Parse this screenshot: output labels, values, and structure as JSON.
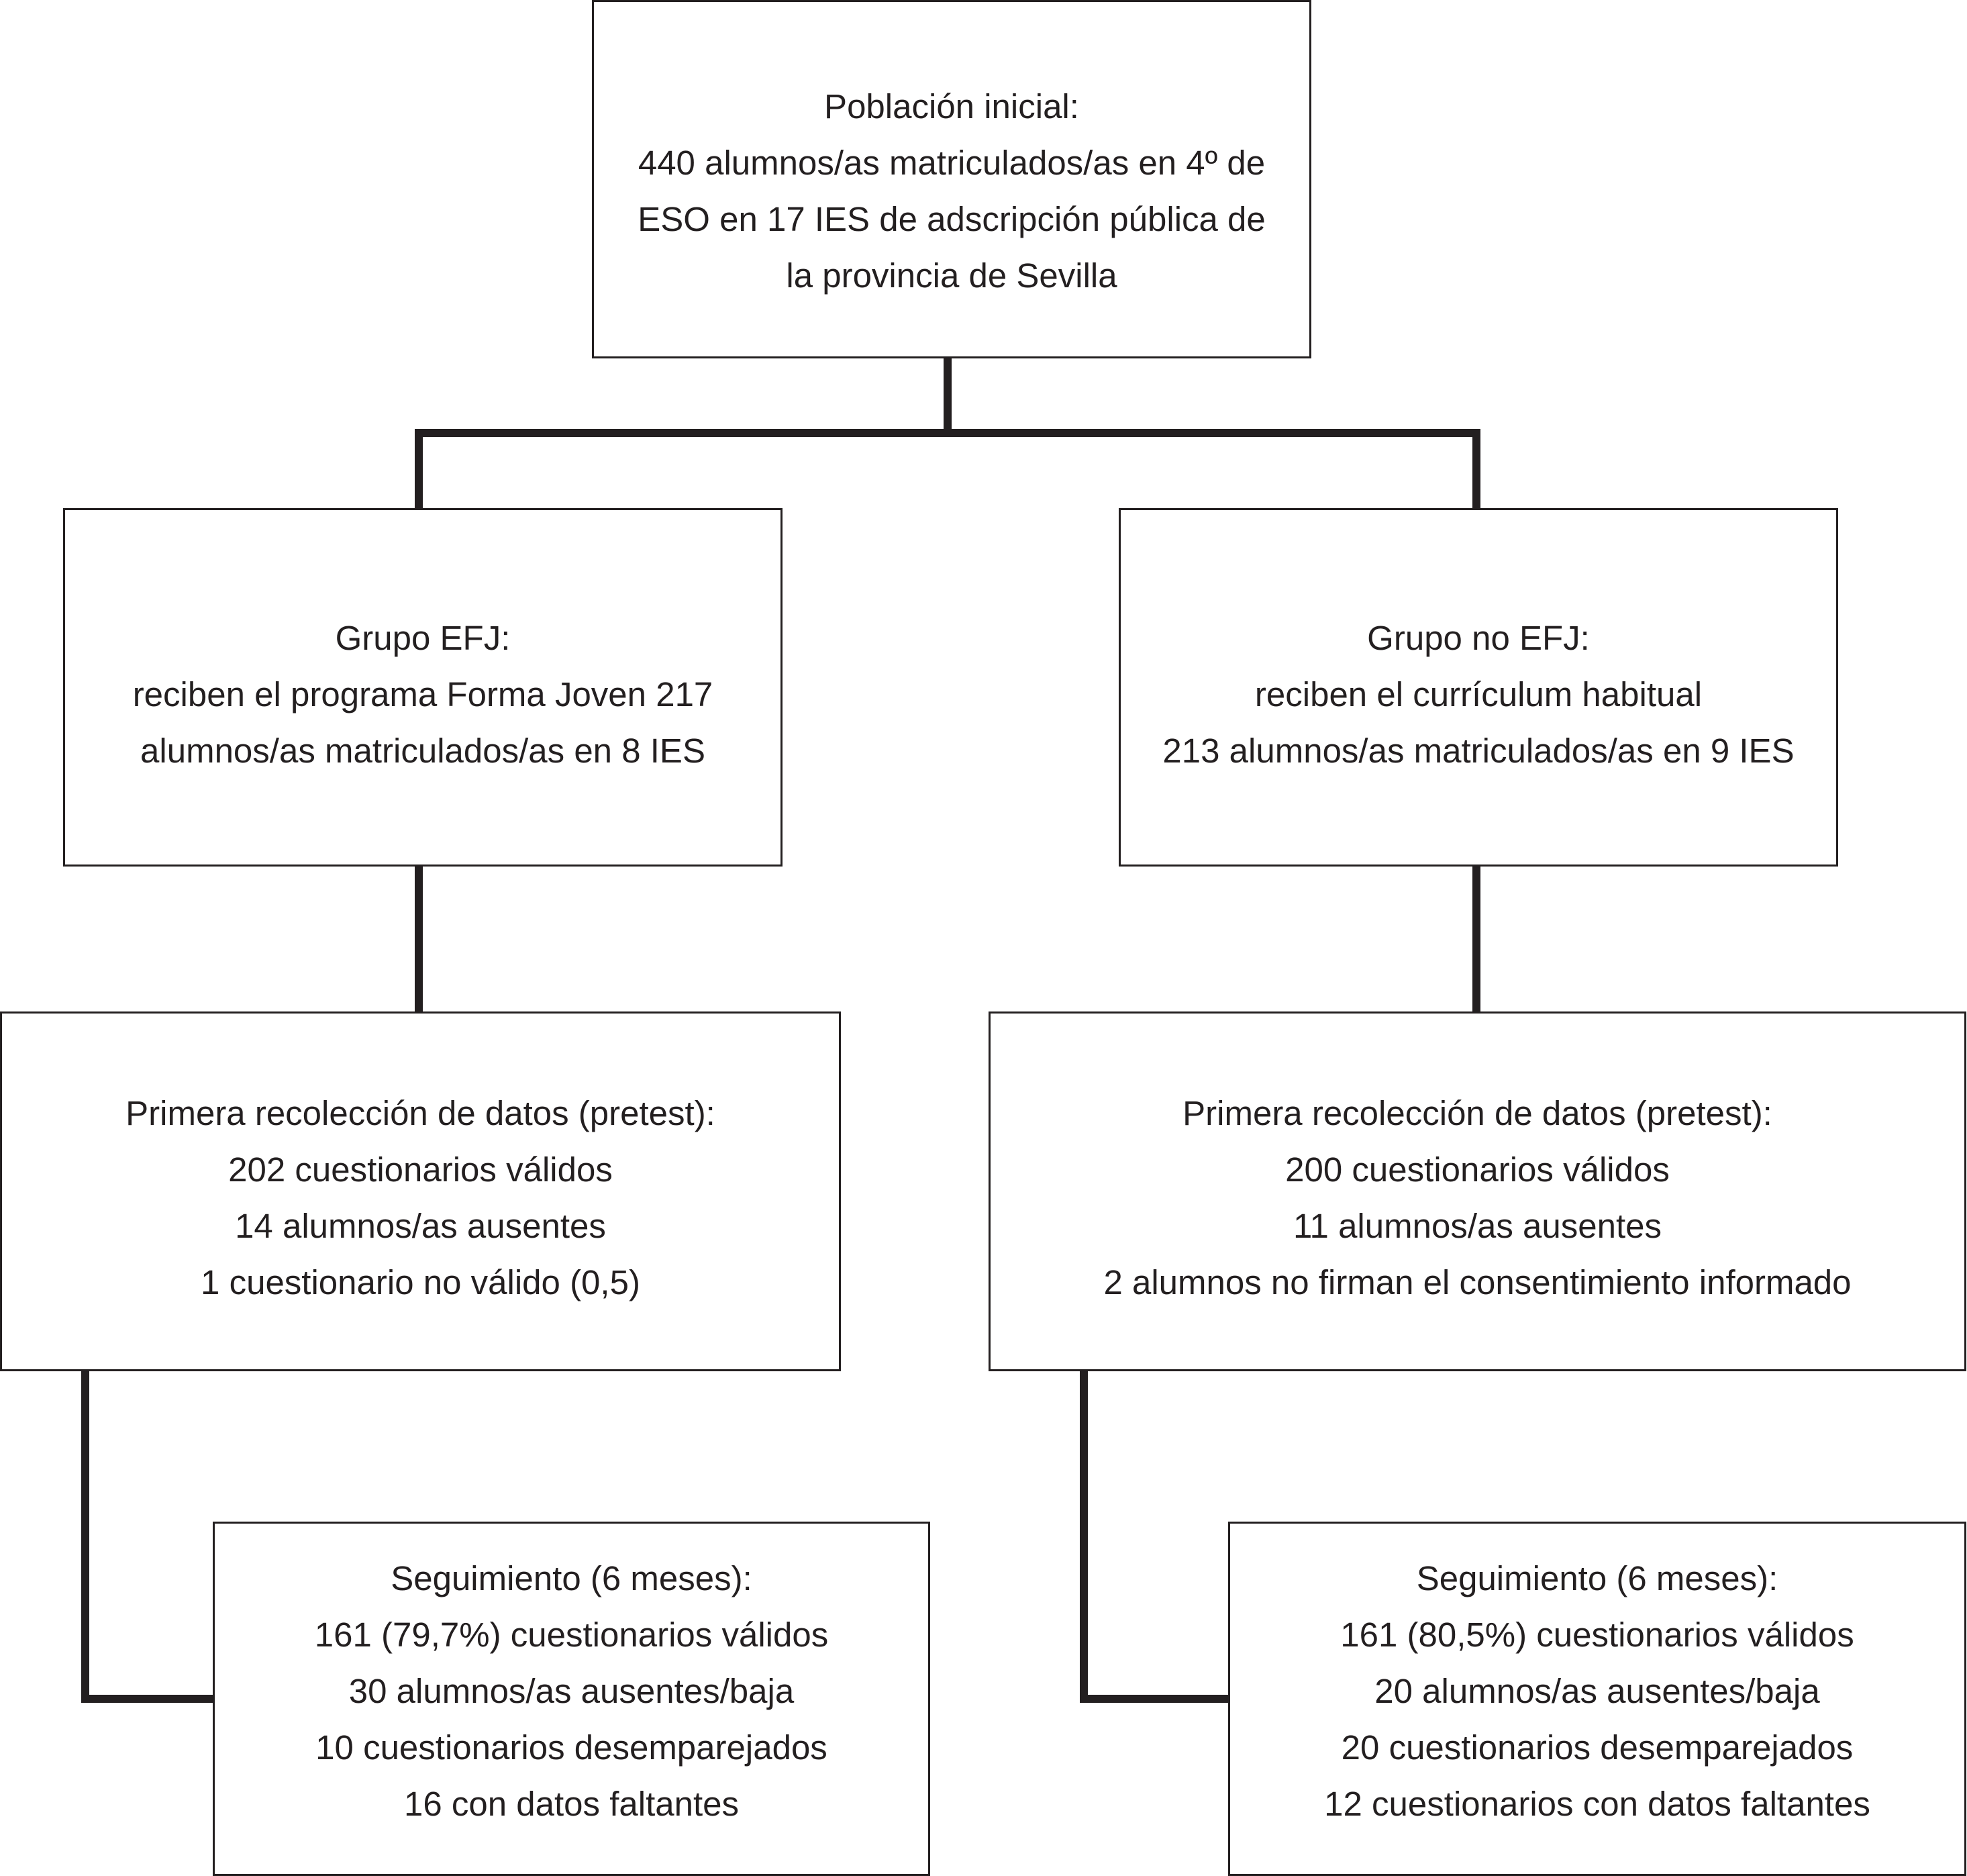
{
  "initial": {
    "lines": [
      "Población inicial:",
      "440 alumnos/as matriculados/as en 4º de",
      "ESO en 17 IES de adscripción pública de",
      "la provincia de Sevilla"
    ]
  },
  "group_efj": {
    "lines": [
      "Grupo EFJ:",
      "reciben el programa Forma Joven 217",
      "alumnos/as matriculados/as en 8 IES"
    ]
  },
  "group_noefj": {
    "lines": [
      "Grupo no EFJ:",
      "reciben el currículum habitual",
      "213 alumnos/as matriculados/as en 9 IES"
    ]
  },
  "pretest_efj": {
    "lines": [
      "Primera recolección de datos (pretest):",
      "202 cuestionarios válidos",
      "14 alumnos/as ausentes",
      "1 cuestionario no válido (0,5)"
    ]
  },
  "pretest_noefj": {
    "lines": [
      "Primera recolección de datos (pretest):",
      "200 cuestionarios válidos",
      "11 alumnos/as ausentes",
      "2 alumnos no firman el consentimiento informado"
    ]
  },
  "followup_efj": {
    "lines": [
      "Seguimiento (6 meses):",
      "161 (79,7%) cuestionarios válidos",
      "30 alumnos/as ausentes/baja",
      "10 cuestionarios desemparejados",
      "16 con datos faltantes"
    ]
  },
  "followup_noefj": {
    "lines": [
      "Seguimiento (6 meses):",
      "161 (80,5%) cuestionarios válidos",
      "20 alumnos/as ausentes/baja",
      "20 cuestionarios desemparejados",
      "12 cuestionarios con datos faltantes"
    ]
  }
}
